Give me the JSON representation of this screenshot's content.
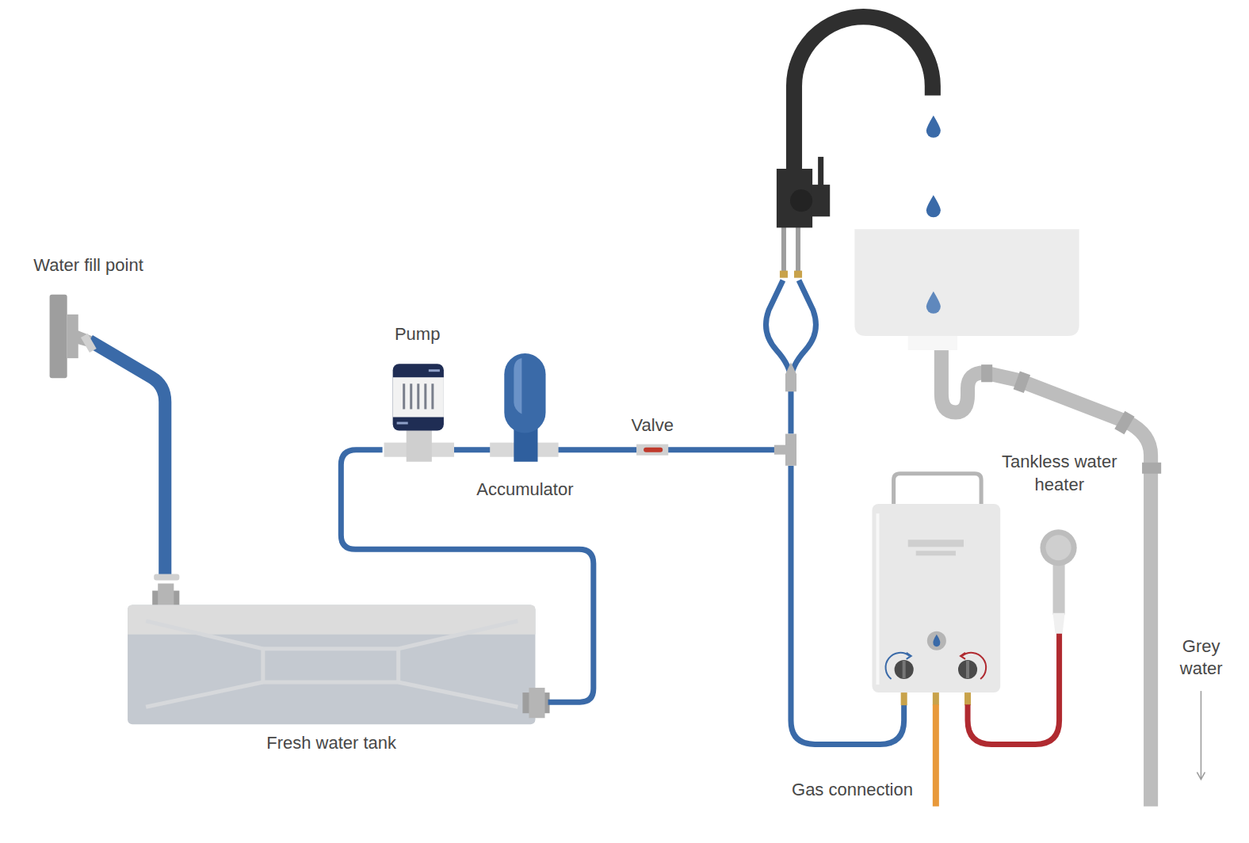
{
  "diagram": {
    "labels": [
      "Water fill point",
      "Pump",
      "Accumulator",
      "Valve",
      "Fresh water tank",
      "Tankless water heater",
      "Grey water",
      "Gas connection"
    ]
  }
}
